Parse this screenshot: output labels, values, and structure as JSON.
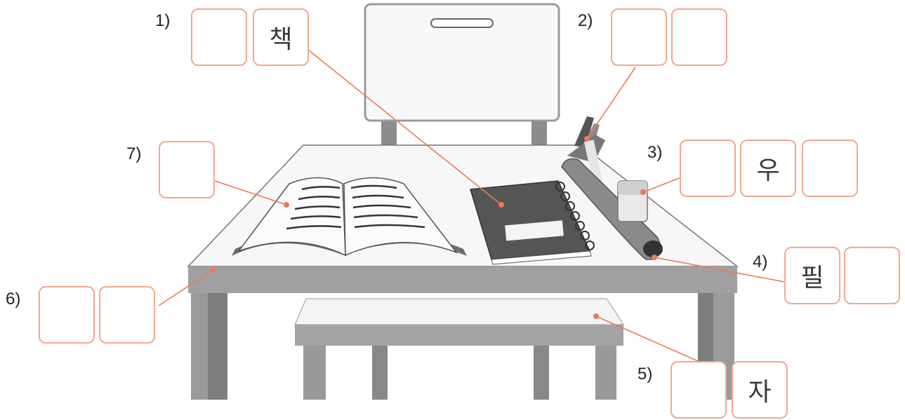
{
  "colors": {
    "leader_line": "#ec7a55",
    "box_border": "#f0a88f",
    "furniture": "#9a9a9a",
    "furniture_dark": "#6c6c6c",
    "surface": "#f7f7f7"
  },
  "labels": [
    {
      "number": "1)",
      "boxes": [
        "",
        "책"
      ]
    },
    {
      "number": "2)",
      "boxes": [
        "",
        ""
      ]
    },
    {
      "number": "3)",
      "boxes": [
        "",
        "우",
        ""
      ]
    },
    {
      "number": "4)",
      "boxes": [
        "필",
        ""
      ]
    },
    {
      "number": "5)",
      "boxes": [
        "",
        "자"
      ]
    },
    {
      "number": "6)",
      "boxes": [
        "",
        ""
      ]
    },
    {
      "number": "7)",
      "boxes": [
        ""
      ]
    }
  ]
}
